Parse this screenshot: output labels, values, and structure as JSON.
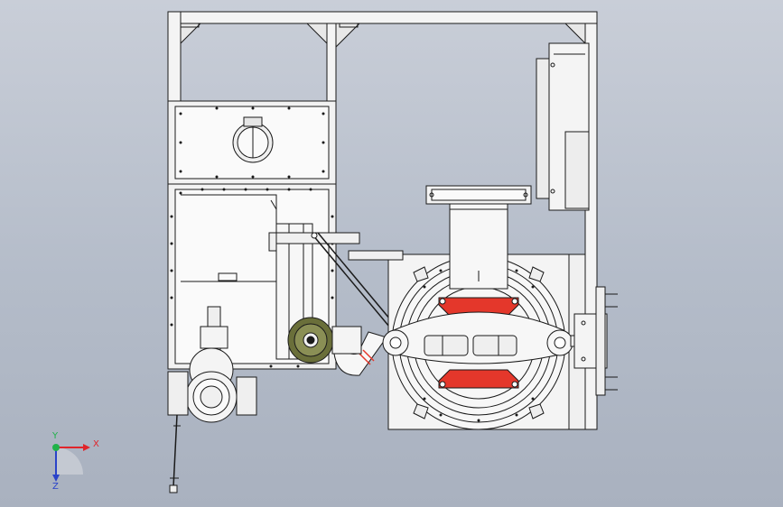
{
  "triad": {
    "x_label": "X",
    "y_label": "Y",
    "z_label": "Z",
    "x_color": "#e0252b",
    "y_color": "#1fb24a",
    "z_color": "#2a43c9"
  },
  "colors": {
    "background": "#b9c0cc",
    "line": "#1a1a1a",
    "frame_fill": "#f4f4f4",
    "bracket_fill": "#e4372b",
    "motor_fill": "#6a6f3a"
  },
  "icons": {
    "triad": "axis-triad-icon"
  }
}
